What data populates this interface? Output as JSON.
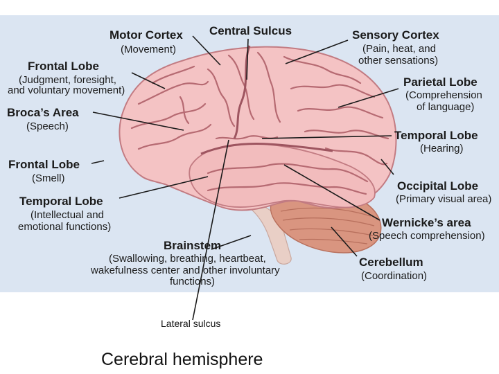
{
  "labels": {
    "motor_cortex": {
      "title": "Motor Cortex",
      "lines": [
        "(Movement)"
      ]
    },
    "central_sulcus": {
      "title": "Central Sulcus",
      "lines": []
    },
    "sensory_cortex": {
      "title": "Sensory Cortex",
      "lines": [
        "(Pain, heat, and",
        "other sensations)"
      ]
    },
    "frontal_lobe_upper": {
      "title": "Frontal Lobe",
      "lines": [
        "(Judgment, foresight,",
        "and voluntary movement)"
      ]
    },
    "parietal_lobe": {
      "title": "Parietal Lobe",
      "lines": [
        "(Comprehension",
        "of language)"
      ]
    },
    "brocas_area": {
      "title": "Broca’s Area",
      "lines": [
        "(Speech)"
      ]
    },
    "temporal_lobe_right": {
      "title": "Temporal Lobe",
      "lines": [
        "(Hearing)"
      ]
    },
    "frontal_lobe_lower": {
      "title": "Frontal Lobe",
      "lines": [
        "(Smell)"
      ]
    },
    "occipital_lobe": {
      "title": "Occipital Lobe",
      "lines": [
        "(Primary visual area)"
      ]
    },
    "temporal_lobe_left": {
      "title": "Temporal Lobe",
      "lines": [
        "(Intellectual and",
        "emotional functions)"
      ]
    },
    "wernickes_area": {
      "title": "Wernicke’s area",
      "lines": [
        "(Speech comprehension)"
      ]
    },
    "brainstem": {
      "title": "Brainstem",
      "lines": [
        "(Swallowing, breathing, heartbeat,",
        "wakefulness center and other involuntary",
        "functions)"
      ]
    },
    "cerebellum": {
      "title": "Cerebellum",
      "lines": [
        "(Coordination)"
      ]
    }
  },
  "captions": {
    "lateral_sulcus": "Lateral sulcus",
    "cerebral_hemisphere": "Cerebral hemisphere"
  },
  "colors": {
    "panel_background": "#dbe5f2",
    "brain_fill": "#f4c3c4",
    "cerebellum_fill": "#d99580",
    "brainstem_fill": "#e9cfc6"
  }
}
